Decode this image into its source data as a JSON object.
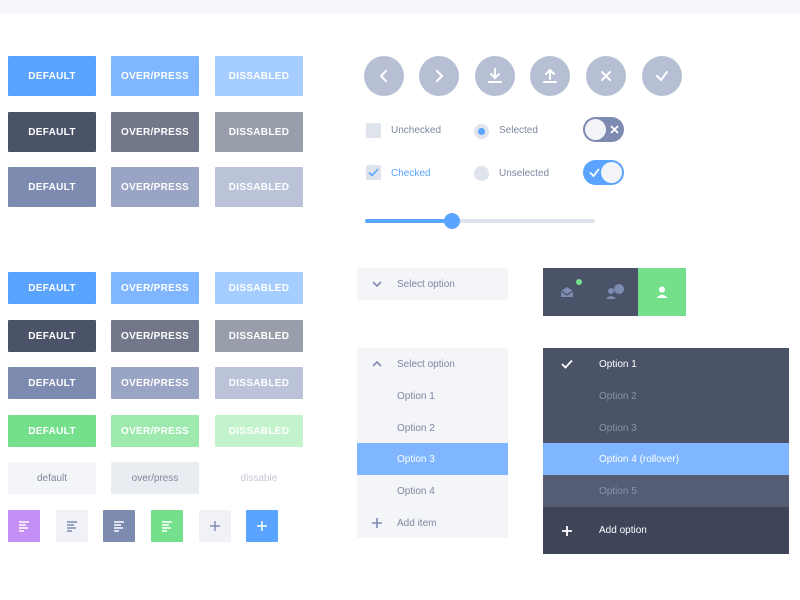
{
  "colors": {
    "blue": "#5aa3ff",
    "blue_hover": "#7fb6ff",
    "blue_disabled": "#a6cdff",
    "dark": "#4b5369",
    "dark_hover": "#72788a",
    "dark_disabled": "#999eab",
    "slate": "#7e8bb1",
    "slate_hover": "#9aa4c4",
    "slate_disabled": "#bbc3d9",
    "green": "#74e08c",
    "green_hover": "#9ee9ae",
    "green_disabled": "#c2f3cc",
    "light": "#f3f5f9",
    "light_hover": "#e9ecf1",
    "purple": "#c48ff5",
    "track": "#dfe3ec"
  },
  "buttons_large": [
    {
      "default": "DEFAULT",
      "hover": "OVER/PRESS",
      "disabled": "DISSABLED"
    },
    {
      "default": "DEFAULT",
      "hover": "OVER/PRESS",
      "disabled": "DISSABLED"
    },
    {
      "default": "DEFAULT",
      "hover": "OVER/PRESS",
      "disabled": "DISSABLED"
    }
  ],
  "buttons_small": [
    {
      "default": "DEFAULT",
      "hover": "OVER/PRESS",
      "disabled": "DISSABLED"
    },
    {
      "default": "DEFAULT",
      "hover": "OVER/PRESS",
      "disabled": "DISSABLED"
    },
    {
      "default": "DEFAULT",
      "hover": "OVER/PRESS",
      "disabled": "DISSABLED"
    },
    {
      "default": "DEFAULT",
      "hover": "OVER/PRESS",
      "disabled": "DISSABLED"
    },
    {
      "default": "default",
      "hover": "over/press",
      "disabled": "dissable"
    }
  ],
  "icon_buttons": [
    "chevron-left-icon",
    "chevron-right-icon",
    "download-icon",
    "upload-icon",
    "close-icon",
    "check-icon"
  ],
  "controls": {
    "unchecked": "Unchecked",
    "checked": "Checked",
    "selected": "Selected",
    "unselected": "Unselected",
    "toggle_off": false,
    "toggle_on": true,
    "slider_value": 0.38
  },
  "small_icons": [
    "text-align-icon",
    "text-align-icon",
    "text-align-icon",
    "text-align-icon",
    "plus-icon",
    "plus-icon"
  ],
  "dropdown_closed": {
    "placeholder": "Select option"
  },
  "dropdown_open": {
    "placeholder": "Select option",
    "options": [
      "Option 1",
      "Option 2",
      "Option 3",
      "Option 4"
    ],
    "selected_index": 2,
    "add_label": "Add item"
  },
  "tabbar": {
    "icons": [
      "mail-icon",
      "chat-icon",
      "user-icon"
    ],
    "active_index": 2
  },
  "dark_dropdown": {
    "options": [
      "Option 1",
      "Option 2",
      "Option 3",
      "Option 4 (rollover)",
      "Option 5"
    ],
    "checked_index": 0,
    "hover_index": 3,
    "add_label": "Add option"
  }
}
